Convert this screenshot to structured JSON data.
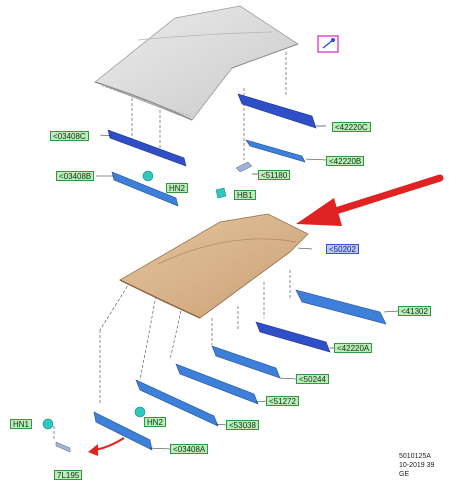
{
  "callouts": {
    "c1": "<03408C",
    "c2": "<42220C",
    "c3": "<42220B",
    "c4": "<51180",
    "c5": "<03408B",
    "c6": "HN2",
    "c7": "HB1",
    "c8": "<50202",
    "c9": "<41302",
    "c10": "<42220A",
    "c11": "<50244",
    "c12": "<51272",
    "c13": "<53038",
    "c14": "HN2",
    "c15": "<03408A",
    "c16": "HN1",
    "c17": "7L195"
  },
  "footer": {
    "line1": "5010125A",
    "line2": "10-2019 39",
    "line3": "GE"
  },
  "colors": {
    "roof_gray": "#d6d6d6",
    "roof_tan": "#d7b48e",
    "bracket_blue": "#3d7fd9",
    "bracket_dark": "#2f4fc9",
    "teal_part": "#2fc7c0",
    "arrow_red": "#e02222",
    "callout_green": "#bfe9bf",
    "callout_blue": "#bcc9f7",
    "highlight_magenta": "#e040d0"
  }
}
